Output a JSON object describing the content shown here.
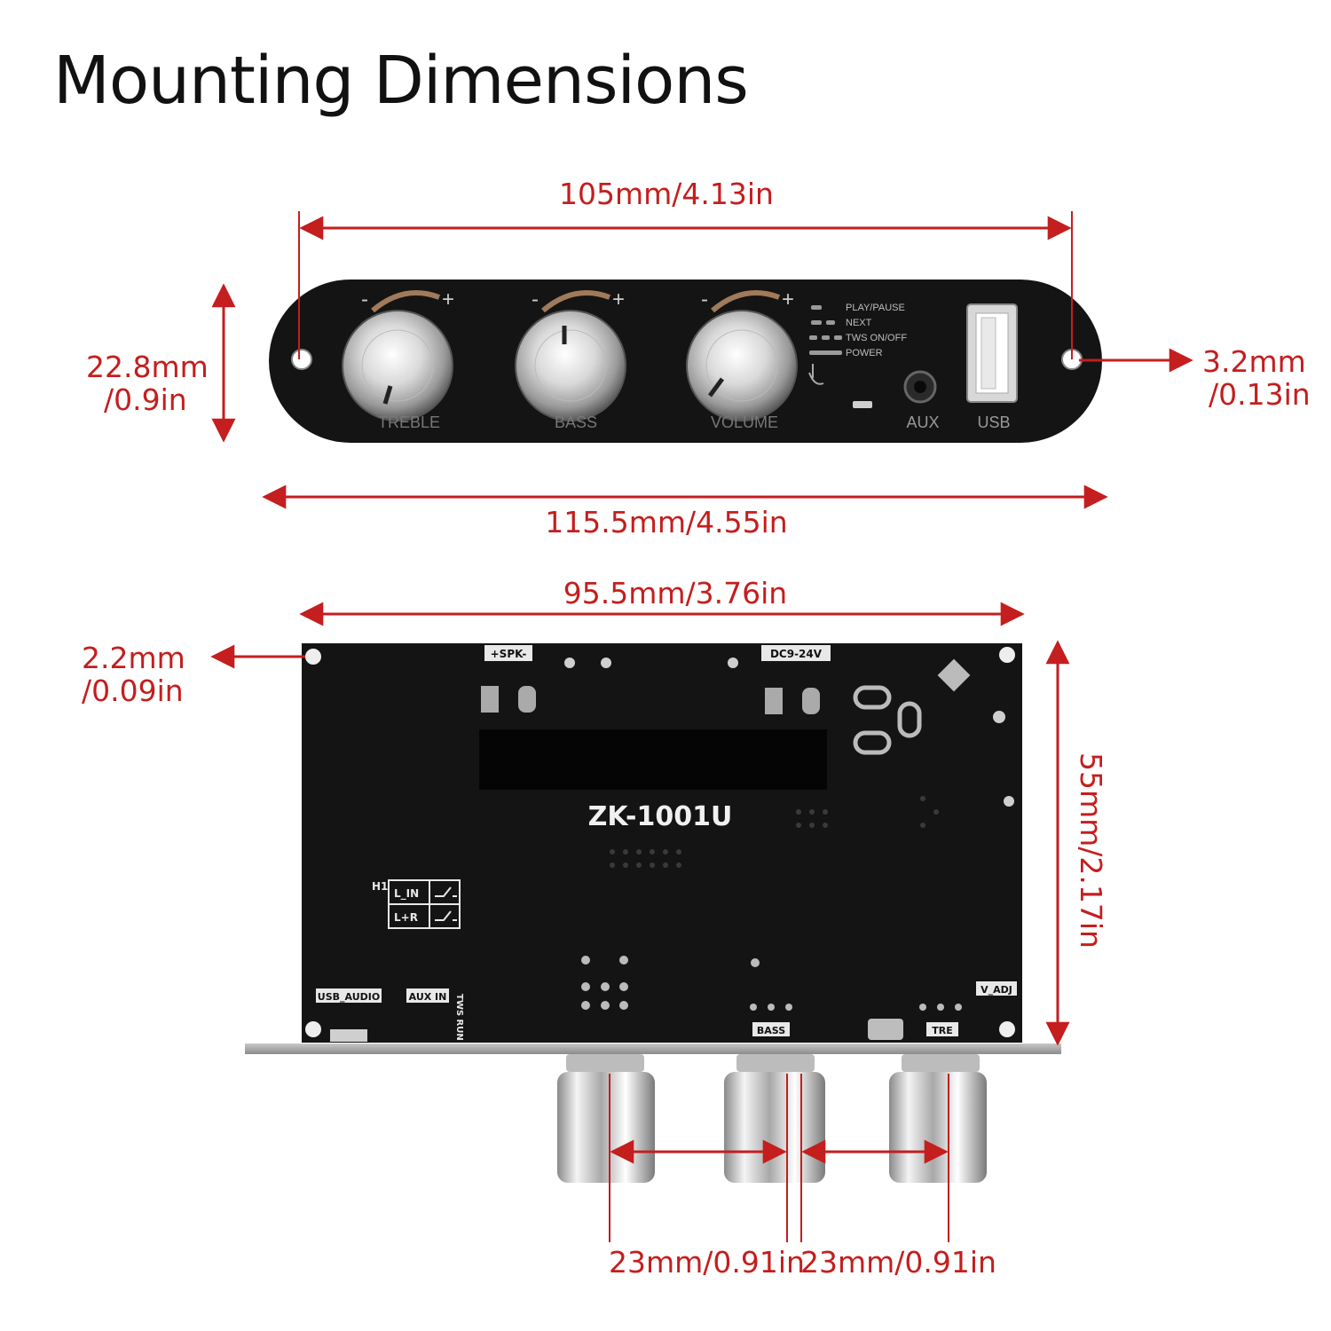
{
  "title": "Mounting Dimensions",
  "colors": {
    "dimension": "#c41e1e",
    "board": "#141414",
    "silkscreen": "#e8e8e8"
  },
  "front": {
    "knobs": [
      "TREBLE",
      "BASS",
      "VOLUME"
    ],
    "knob_sign_minus": "-",
    "knob_sign_plus": "+",
    "indicators": [
      "PLAY/PAUSE",
      "NEXT",
      "TWS ON/OFF",
      "POWER"
    ],
    "ports": [
      "AUX",
      "USB"
    ]
  },
  "back": {
    "model": "ZK-1001U",
    "silk": {
      "spk": "+SPK-",
      "dc": "DC9-24V",
      "h1": "H1",
      "l_in": "L_IN",
      "l_r": "L+R",
      "usb_audio": "USB_AUDIO",
      "aux_in": "AUX IN",
      "tws_run": "TWS RUN",
      "bass": "BASS",
      "tre": "TRE",
      "v_adj": "V_ADJ"
    }
  },
  "dimensions": {
    "front_hole_span": "105mm/4.13in",
    "front_height_1": "22.8mm",
    "front_height_2": "/0.9in",
    "hole_dia_1": "3.2mm",
    "hole_dia_2": "/0.13in",
    "front_total_width": "115.5mm/4.55in",
    "back_hole_span": "95.5mm/3.76in",
    "back_hole_1": "2.2mm",
    "back_hole_2": "/0.09in",
    "back_height": "55mm/2.17in",
    "knob_spacing_1": "23mm/0.91in",
    "knob_spacing_2": "23mm/0.91in"
  }
}
